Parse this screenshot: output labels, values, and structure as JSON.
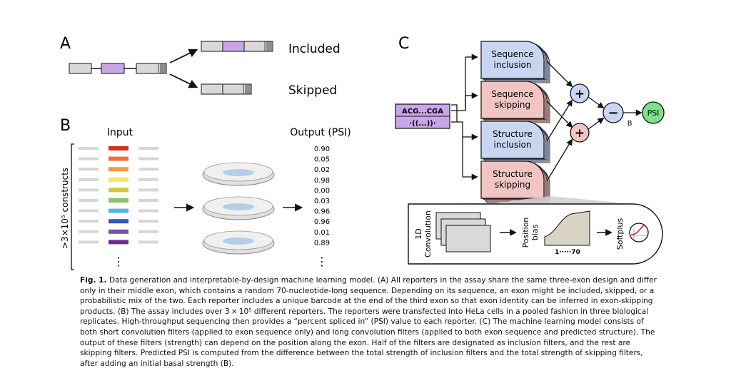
{
  "panels": {
    "a": {
      "label": "A",
      "outcomes": [
        "Included",
        "Skipped"
      ]
    },
    "b": {
      "label": "B",
      "input_title": "Input",
      "output_title": "Output (PSI)",
      "constructs_label": ">3×10⁵ constructs",
      "psi_values": [
        "0.90",
        "0.05",
        "0.02",
        "0.98",
        "0.00",
        "0.03",
        "0.96",
        "0.96",
        "0.01",
        "0.89"
      ],
      "ellipsis": "⋮",
      "exon_colors": [
        "#d7301f",
        "#f46d43",
        "#f39c3a",
        "#f7e26b",
        "#c9c93d",
        "#86c36a",
        "#56b4e9",
        "#3b57b5",
        "#7b4fb0",
        "#6a2c91"
      ]
    },
    "c": {
      "label": "C",
      "sequence_text": "ACG...CGA",
      "structure_text": "·((...))·",
      "filters": [
        {
          "line1": "Sequence",
          "line2": "inclusion",
          "color": "#c9d6f2"
        },
        {
          "line1": "Sequence",
          "line2": "skipping",
          "color": "#f2c4c4"
        },
        {
          "line1": "Structure",
          "line2": "inclusion",
          "color": "#c9d6f2"
        },
        {
          "line1": "Structure",
          "line2": "skipping",
          "color": "#f2c4c4"
        }
      ],
      "plus_symbol": "+",
      "minus_symbol": "−",
      "bias_label": "B",
      "output_label": "PSI",
      "detail": {
        "conv_label_line1": "1D",
        "conv_label_line2": "Convolution",
        "bias_label_line1": "Position",
        "bias_label_line2": "bias",
        "axis_label": "1·····70",
        "softplus_label": "Softplus"
      }
    }
  },
  "caption": {
    "figure_label": "Fig. 1.",
    "title": "",
    "text": "Data generation and interpretable-by-design machine learning model. (A) All reporters in the assay share the same three-exon design and differ only in their middle exon, which contains a random 70-nucleotide-long sequence. Depending on its sequence, an exon might be included, skipped, or a probabilistic mix of the two. Each reporter includes a unique barcode at the end of the third exon so that exon identity can be inferred in exon-skipping products. (B) The assay includes over 3 × 10⁵ different reporters. The reporters were transfected into HeLa cells in a pooled fashion in three biological replicates. High-throughput sequencing then provides a “percent spliced in” (PSI) value to each reporter. (C) The machine learning model consists of both short convolution filters (applied to exon sequence only) and long convolution filters (applied to both exon sequence and predicted structure). The output of these filters (strength) can depend on the position along the exon. Half of the filters are designated as inclusion filters, and the rest are skipping filters. Predicted PSI is computed from the difference between the total strength of inclusion filters and the total strength of skipping filters, after adding an initial basal strength (B)."
  }
}
